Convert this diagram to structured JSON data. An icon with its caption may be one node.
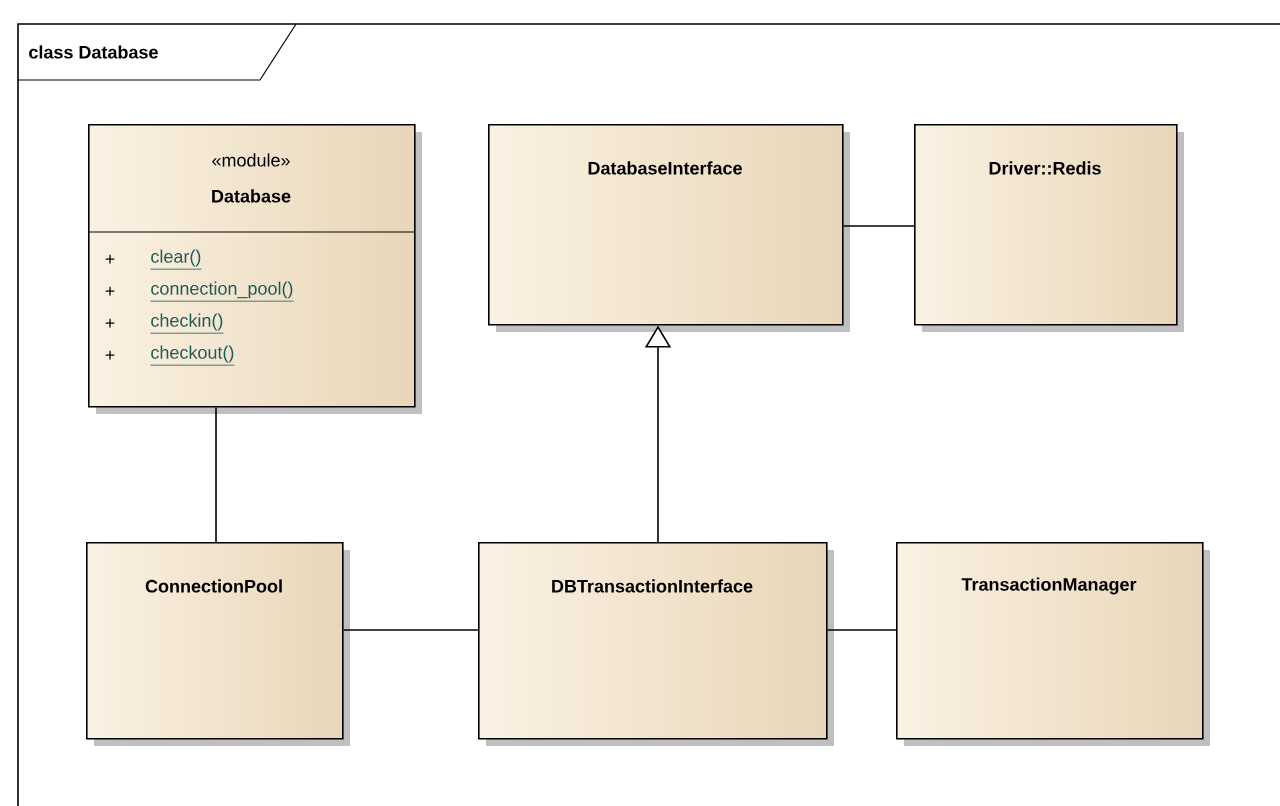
{
  "diagram": {
    "nodes": [
      {
        "text": [
          "class Database"
        ]
      },
      {
        "text": [
          "«module»",
          "Database",
          "+",
          "clear()",
          "+",
          "connection_pool()",
          "+",
          "checkin()",
          "+",
          "checkout()"
        ],
        "in": 0
      },
      {
        "text": [
          "DatabaseInterface"
        ],
        "in": 0
      },
      {
        "text": [
          "Driver::Redis"
        ],
        "in": 0
      },
      {
        "text": [
          "ConnectionPool"
        ],
        "in": 0
      },
      {
        "text": [
          "DBTransactionInterface"
        ],
        "in": 0
      },
      {
        "text": [
          "TransactionManager"
        ],
        "in": 0
      }
    ],
    "edges": [
      {
        "from": 1,
        "to": 4,
        "arrow": "none"
      },
      {
        "from": 5,
        "to": 2,
        "arrow": "to"
      },
      {
        "from": 2,
        "to": 3,
        "arrow": "none"
      },
      {
        "from": 4,
        "to": 5,
        "arrow": "none"
      },
      {
        "from": 5,
        "to": 6,
        "arrow": "none"
      }
    ]
  }
}
